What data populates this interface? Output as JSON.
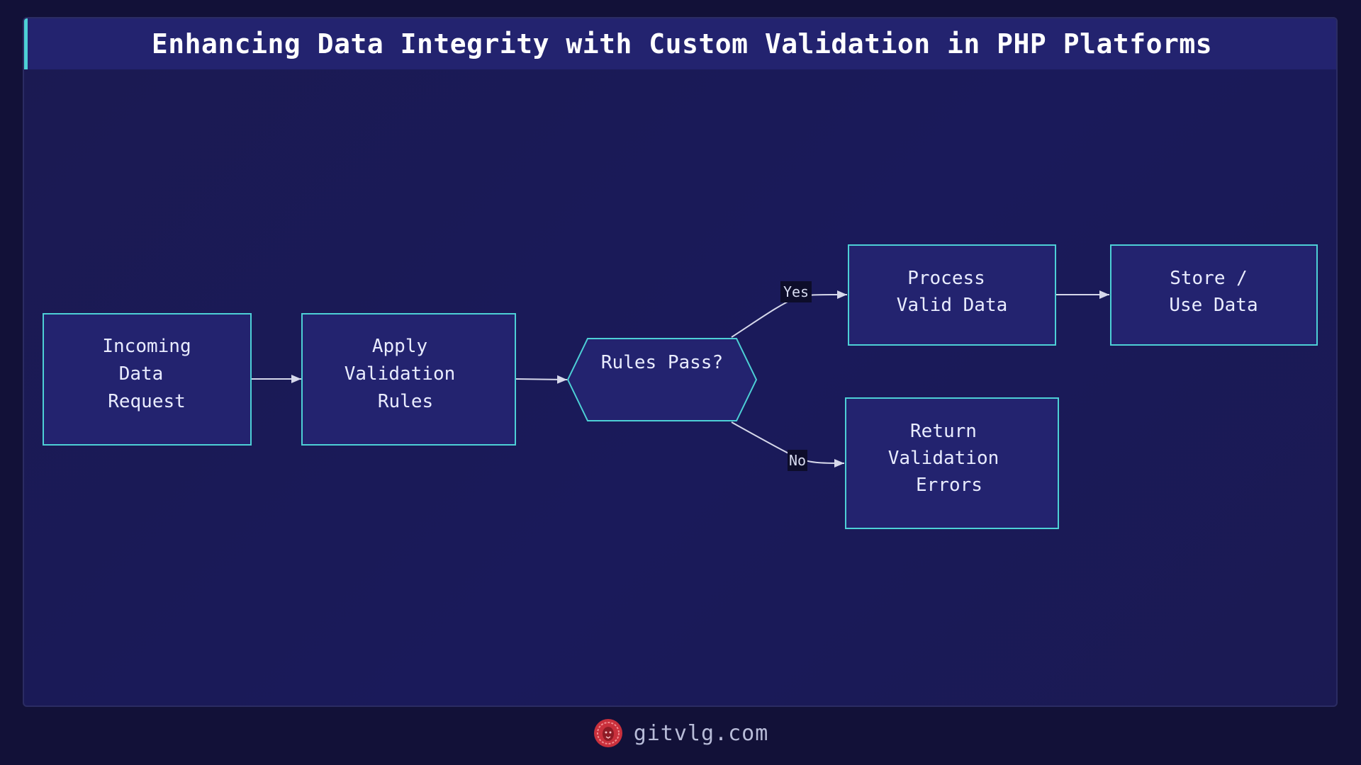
{
  "title": "Enhancing Data Integrity with Custom Validation in PHP Platforms",
  "colors": {
    "node_fill": "#23236f",
    "node_stroke": "#4dd0d6",
    "edge": "#d6d8ea",
    "background": "#121138",
    "accent_logo": "#e0404a"
  },
  "nodes": {
    "incoming": {
      "lines": [
        "Incoming",
        "Data",
        "Request"
      ]
    },
    "apply": {
      "lines": [
        "Apply",
        "Validation",
        "Rules"
      ]
    },
    "decision": {
      "lines": [
        "Rules Pass?"
      ]
    },
    "process": {
      "lines": [
        "Process",
        "Valid Data"
      ]
    },
    "store": {
      "lines": [
        "Store /",
        "Use Data"
      ]
    },
    "errors": {
      "lines": [
        "Return",
        "Validation",
        "Errors"
      ]
    }
  },
  "edges": {
    "yes_label": "Yes",
    "no_label": "No"
  },
  "footer": {
    "text": "gitvlg.com",
    "logo_icon": "lion-head-icon"
  }
}
